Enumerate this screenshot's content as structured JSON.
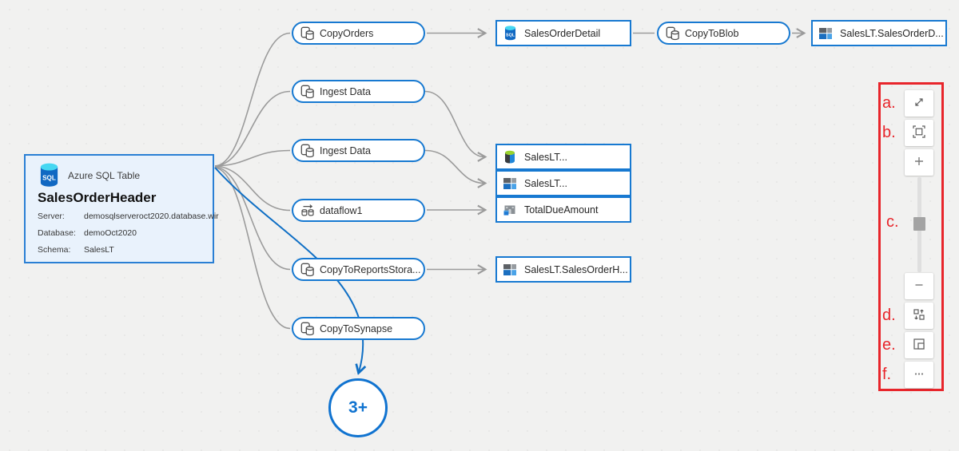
{
  "diagram": {
    "source": {
      "type_label": "Azure SQL Table",
      "title": "SalesOrderHeader",
      "properties": [
        {
          "label": "Server:",
          "value": "demosqlserveroct2020.database.wir"
        },
        {
          "label": "Database:",
          "value": "demoOct2020"
        },
        {
          "label": "Schema:",
          "value": "SalesLT"
        }
      ]
    },
    "activities": [
      {
        "label": "CopyOrders",
        "icon": "copy-activity-icon"
      },
      {
        "label": "Ingest Data",
        "icon": "copy-activity-icon"
      },
      {
        "label": "Ingest Data",
        "icon": "copy-activity-icon"
      },
      {
        "label": "dataflow1",
        "icon": "dataflow-icon"
      },
      {
        "label": "CopyToReportsStora...",
        "icon": "copy-activity-icon"
      },
      {
        "label": "CopyToSynapse",
        "icon": "copy-activity-icon"
      },
      {
        "label": "CopyToBlob",
        "icon": "copy-activity-icon"
      }
    ],
    "datasets": [
      {
        "label": "SalesOrderDetail",
        "icon": "azure-sql-icon"
      },
      {
        "label": "SalesLT.SalesOrderD...",
        "icon": "blob-storage-icon"
      },
      {
        "label": "SalesLT...",
        "icon": "data-lake-icon"
      },
      {
        "label": "SalesLT...",
        "icon": "blob-storage-icon"
      },
      {
        "label": "TotalDueAmount",
        "icon": "warehouse-icon"
      },
      {
        "label": "SalesLT.SalesOrderH...",
        "icon": "blob-storage-icon"
      }
    ],
    "overflow_label": "3+"
  },
  "zoom_panel": {
    "labels": [
      "a.",
      "b.",
      "c.",
      "d.",
      "e.",
      "f."
    ],
    "buttons": [
      {
        "name": "expand-button",
        "icon": "diagonal-resize-icon"
      },
      {
        "name": "fit-to-screen-button",
        "icon": "fit-screen-icon"
      },
      {
        "name": "zoom-in-button",
        "icon": "plus-icon"
      },
      {
        "name": "zoom-out-button",
        "icon": "minus-icon"
      },
      {
        "name": "relayout-button",
        "icon": "swap-layout-icon"
      },
      {
        "name": "minimap-button",
        "icon": "minimap-icon"
      },
      {
        "name": "more-options-button",
        "icon": "ellipsis-icon"
      }
    ]
  },
  "colors": {
    "node_border_blue": "#1779d1",
    "edge_gray": "#9b9b9b",
    "edge_blue": "#0f6fc5",
    "annotation_red": "#e8252b",
    "canvas_bg": "#f1f1f0",
    "source_fill": "#e9f2fc"
  }
}
